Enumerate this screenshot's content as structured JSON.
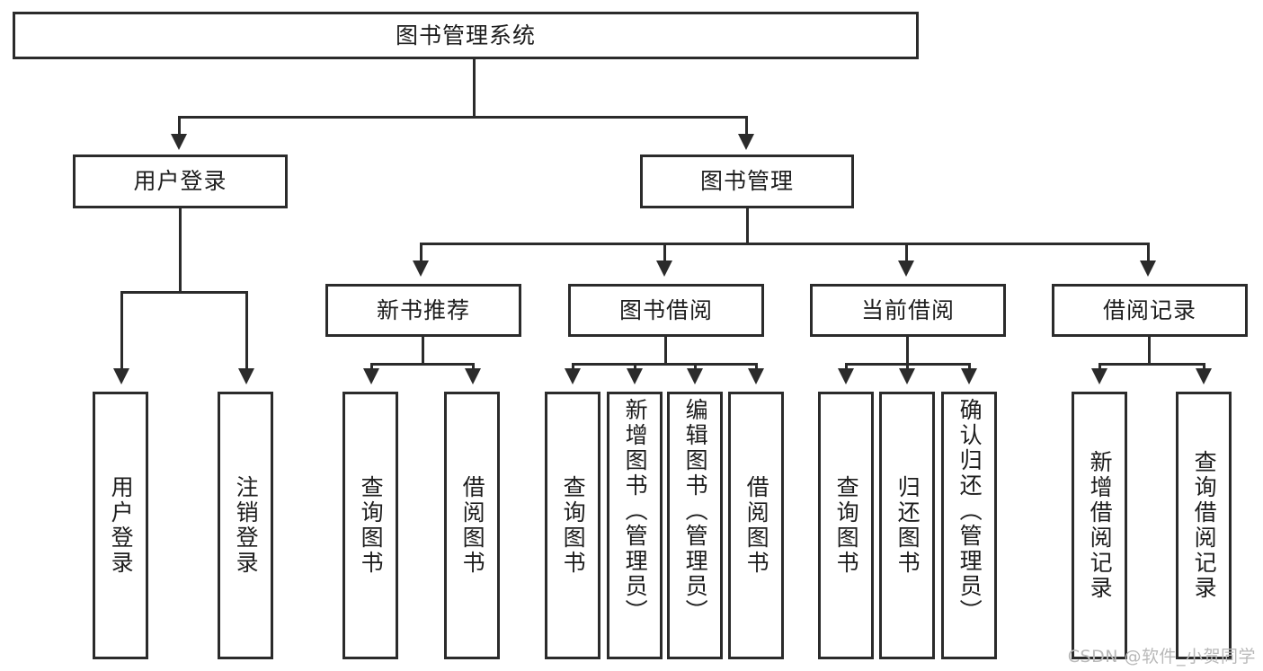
{
  "diagram": {
    "type": "tree",
    "title": "图书管理系统",
    "watermark": "CSDN @软件_小贺同学",
    "colors": {
      "stroke": "#2b2b2b",
      "fill": "#ffffff",
      "text": "#1d1d1d",
      "watermark": "#b9b9b9"
    },
    "root": {
      "label": "图书管理系统"
    },
    "level2": [
      {
        "label": "用户登录"
      },
      {
        "label": "图书管理"
      }
    ],
    "level3": [
      {
        "label": "新书推荐"
      },
      {
        "label": "图书借阅"
      },
      {
        "label": "当前借阅"
      },
      {
        "label": "借阅记录"
      }
    ],
    "leaves": {
      "user_login": [
        {
          "label": "用户登录"
        },
        {
          "label": "注销登录"
        }
      ],
      "new_book": [
        {
          "label": "查询图书"
        },
        {
          "label": "借阅图书"
        }
      ],
      "book_borrow": [
        {
          "label": "查询图书"
        },
        {
          "label": "新增图书（管理员）"
        },
        {
          "label": "编辑图书（管理员）"
        },
        {
          "label": "借阅图书"
        }
      ],
      "current_borrow": [
        {
          "label": "查询图书"
        },
        {
          "label": "归还图书"
        },
        {
          "label": "确认归还（管理员）"
        }
      ],
      "borrow_record": [
        {
          "label": "新增借阅记录"
        },
        {
          "label": "查询借阅记录"
        }
      ]
    }
  }
}
